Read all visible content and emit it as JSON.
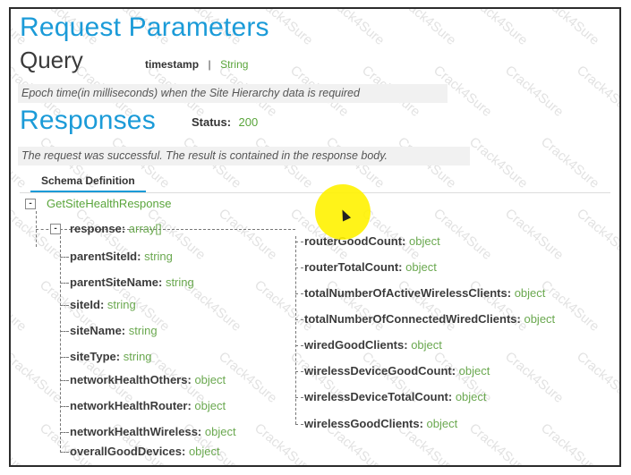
{
  "request": {
    "title": "Request Parameters",
    "query_label": "Query",
    "param_name": "timestamp",
    "param_sep": "|",
    "param_type": "String",
    "param_desc": "Epoch time(in milliseconds) when the Site Hierarchy data is required"
  },
  "responses": {
    "title": "Responses",
    "status_label": "Status:",
    "status_value": "200",
    "desc": "The request was successful. The result is contained in the response body."
  },
  "schema": {
    "tab_label": "Schema Definition",
    "root_toggle": "-",
    "root": "GetSiteHealthResponse",
    "response_toggle": "-",
    "response_field": "response:",
    "response_type": "array[]",
    "left_fields": [
      {
        "name": "parentSiteId:",
        "type": "string"
      },
      {
        "name": "parentSiteName:",
        "type": "string"
      },
      {
        "name": "siteId:",
        "type": "string"
      },
      {
        "name": "siteName:",
        "type": "string"
      },
      {
        "name": "siteType:",
        "type": "string"
      },
      {
        "name": "networkHealthOthers:",
        "type": "object"
      },
      {
        "name": "networkHealthRouter:",
        "type": "object"
      },
      {
        "name": "networkHealthWireless:",
        "type": "object"
      },
      {
        "name": "overallGoodDevices:",
        "type": "object"
      }
    ],
    "right_fields": [
      {
        "name": "routerGoodCount:",
        "type": "object"
      },
      {
        "name": "routerTotalCount:",
        "type": "object"
      },
      {
        "name": "totalNumberOfActiveWirelessClients:",
        "type": "object"
      },
      {
        "name": "totalNumberOfConnectedWiredClients:",
        "type": "object"
      },
      {
        "name": "wiredGoodClients:",
        "type": "object"
      },
      {
        "name": "wirelessDeviceGoodCount:",
        "type": "object"
      },
      {
        "name": "wirelessDeviceTotalCount:",
        "type": "object"
      },
      {
        "name": "wirelessGoodClients:",
        "type": "object"
      }
    ]
  },
  "watermark": "Crack4Sure",
  "colors": {
    "accent": "#1b9bd8",
    "type_green": "#6aa84f",
    "cursor_highlight": "#fff200"
  }
}
